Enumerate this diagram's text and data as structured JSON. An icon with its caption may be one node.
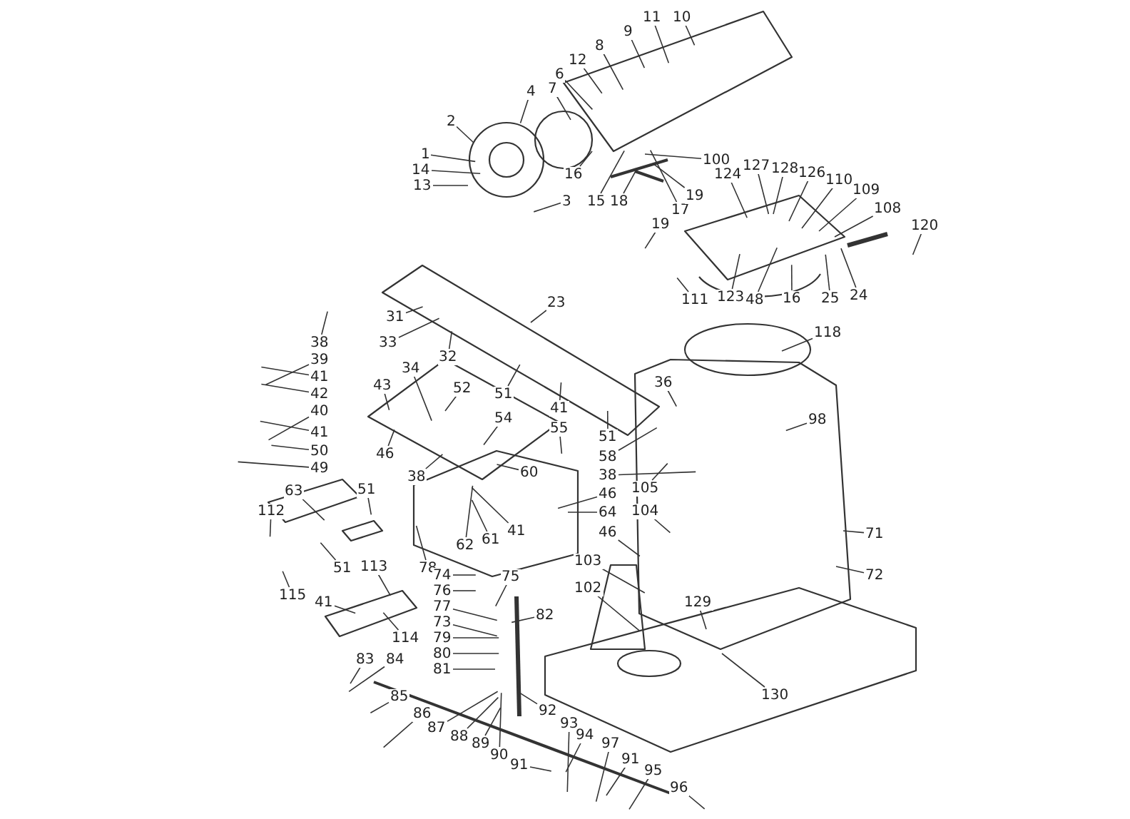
{
  "diagram": {
    "nodes": [
      {
        "text": [
          "10"
        ]
      },
      {
        "text": [
          "11"
        ]
      },
      {
        "text": [
          "9"
        ]
      },
      {
        "text": [
          "8"
        ]
      },
      {
        "text": [
          "12"
        ]
      },
      {
        "text": [
          "6"
        ]
      },
      {
        "text": [
          "4"
        ]
      },
      {
        "text": [
          "7"
        ]
      },
      {
        "text": [
          "2"
        ]
      },
      {
        "text": [
          "1"
        ]
      },
      {
        "text": [
          "14"
        ]
      },
      {
        "text": [
          "13"
        ]
      },
      {
        "text": [
          "100"
        ]
      },
      {
        "text": [
          "16"
        ]
      },
      {
        "text": [
          "3"
        ]
      },
      {
        "text": [
          "15"
        ]
      },
      {
        "text": [
          "18"
        ]
      },
      {
        "text": [
          "17"
        ]
      },
      {
        "text": [
          "19"
        ]
      },
      {
        "text": [
          "19"
        ]
      },
      {
        "text": [
          "124"
        ]
      },
      {
        "text": [
          "127"
        ]
      },
      {
        "text": [
          "128"
        ]
      },
      {
        "text": [
          "126"
        ]
      },
      {
        "text": [
          "110"
        ]
      },
      {
        "text": [
          "109"
        ]
      },
      {
        "text": [
          "108"
        ]
      },
      {
        "text": [
          "120"
        ]
      },
      {
        "text": [
          "111"
        ]
      },
      {
        "text": [
          "123"
        ]
      },
      {
        "text": [
          "48"
        ]
      },
      {
        "text": [
          "16"
        ]
      },
      {
        "text": [
          "25"
        ]
      },
      {
        "text": [
          "24"
        ]
      },
      {
        "text": [
          "23"
        ]
      },
      {
        "text": [
          "118"
        ]
      },
      {
        "text": [
          "31"
        ]
      },
      {
        "text": [
          "33"
        ]
      },
      {
        "text": [
          "38"
        ]
      },
      {
        "text": [
          "32"
        ]
      },
      {
        "text": [
          "39"
        ]
      },
      {
        "text": [
          "34"
        ]
      },
      {
        "text": [
          "43"
        ]
      },
      {
        "text": [
          "52"
        ]
      },
      {
        "text": [
          "36"
        ]
      },
      {
        "text": [
          "51"
        ]
      },
      {
        "text": [
          "41"
        ]
      },
      {
        "text": [
          "42"
        ]
      },
      {
        "text": [
          "40"
        ]
      },
      {
        "text": [
          "54"
        ]
      },
      {
        "text": [
          "41"
        ]
      },
      {
        "text": [
          "98"
        ]
      },
      {
        "text": [
          "55"
        ]
      },
      {
        "text": [
          "51"
        ]
      },
      {
        "text": [
          "41"
        ]
      },
      {
        "text": [
          "50"
        ]
      },
      {
        "text": [
          "46"
        ]
      },
      {
        "text": [
          "58"
        ]
      },
      {
        "text": [
          "49"
        ]
      },
      {
        "text": [
          "60"
        ]
      },
      {
        "text": [
          "38"
        ]
      },
      {
        "text": [
          "38"
        ]
      },
      {
        "text": [
          "63"
        ]
      },
      {
        "text": [
          "51"
        ]
      },
      {
        "text": [
          "112"
        ]
      },
      {
        "text": [
          "105"
        ]
      },
      {
        "text": [
          "46"
        ]
      },
      {
        "text": [
          "64"
        ]
      },
      {
        "text": [
          "104"
        ]
      },
      {
        "text": [
          "41"
        ]
      },
      {
        "text": [
          "61"
        ]
      },
      {
        "text": [
          "62"
        ]
      },
      {
        "text": [
          "46"
        ]
      },
      {
        "text": [
          "71"
        ]
      },
      {
        "text": [
          "103"
        ]
      },
      {
        "text": [
          "78"
        ]
      },
      {
        "text": [
          "51"
        ]
      },
      {
        "text": [
          "113"
        ]
      },
      {
        "text": [
          "72"
        ]
      },
      {
        "text": [
          "74"
        ]
      },
      {
        "text": [
          "75"
        ]
      },
      {
        "text": [
          "102"
        ]
      },
      {
        "text": [
          "76"
        ]
      },
      {
        "text": [
          "115"
        ]
      },
      {
        "text": [
          "41"
        ]
      },
      {
        "text": [
          "129"
        ]
      },
      {
        "text": [
          "77"
        ]
      },
      {
        "text": [
          "82"
        ]
      },
      {
        "text": [
          "73"
        ]
      },
      {
        "text": [
          "79"
        ]
      },
      {
        "text": [
          "114"
        ]
      },
      {
        "text": [
          "80"
        ]
      },
      {
        "text": [
          "83"
        ]
      },
      {
        "text": [
          "84"
        ]
      },
      {
        "text": [
          "81"
        ]
      },
      {
        "text": [
          "130"
        ]
      },
      {
        "text": [
          "85"
        ]
      },
      {
        "text": [
          "92"
        ]
      },
      {
        "text": [
          "86"
        ]
      },
      {
        "text": [
          "93"
        ]
      },
      {
        "text": [
          "87"
        ]
      },
      {
        "text": [
          "88"
        ]
      },
      {
        "text": [
          "94"
        ]
      },
      {
        "text": [
          "89"
        ]
      },
      {
        "text": [
          "97"
        ]
      },
      {
        "text": [
          "90"
        ]
      },
      {
        "text": [
          "91"
        ]
      },
      {
        "text": [
          "91"
        ]
      },
      {
        "text": [
          "95"
        ]
      },
      {
        "text": [
          "96"
        ]
      }
    ],
    "edges": [
      {
        "from": 0,
        "to": null,
        "arrow": "none"
      },
      {
        "from": 1,
        "to": null,
        "arrow": "none"
      },
      {
        "from": 2,
        "to": null,
        "arrow": "none"
      },
      {
        "from": 3,
        "to": null,
        "arrow": "none"
      },
      {
        "from": 4,
        "to": null,
        "arrow": "none"
      },
      {
        "from": 5,
        "to": null,
        "arrow": "none"
      },
      {
        "from": 6,
        "to": null,
        "arrow": "none"
      },
      {
        "from": 7,
        "to": null,
        "arrow": "none"
      },
      {
        "from": 8,
        "to": null,
        "arrow": "none"
      },
      {
        "from": 9,
        "to": null,
        "arrow": "none"
      },
      {
        "from": 10,
        "to": null,
        "arrow": "none"
      },
      {
        "from": 11,
        "to": null,
        "arrow": "none"
      },
      {
        "from": 12,
        "to": null,
        "arrow": "none"
      },
      {
        "from": 13,
        "to": null,
        "arrow": "none"
      },
      {
        "from": 14,
        "to": null,
        "arrow": "none"
      },
      {
        "from": 15,
        "to": null,
        "arrow": "none"
      },
      {
        "from": 16,
        "to": null,
        "arrow": "none"
      },
      {
        "from": 17,
        "to": null,
        "arrow": "none"
      },
      {
        "from": 18,
        "to": null,
        "arrow": "none"
      },
      {
        "from": 19,
        "to": null,
        "arrow": "none"
      },
      {
        "from": 20,
        "to": null,
        "arrow": "none"
      },
      {
        "from": 21,
        "to": null,
        "arrow": "none"
      },
      {
        "from": 22,
        "to": null,
        "arrow": "none"
      },
      {
        "from": 23,
        "to": null,
        "arrow": "none"
      },
      {
        "from": 24,
        "to": null,
        "arrow": "none"
      },
      {
        "from": 25,
        "to": null,
        "arrow": "none"
      },
      {
        "from": 26,
        "to": null,
        "arrow": "none"
      },
      {
        "from": 27,
        "to": null,
        "arrow": "none"
      },
      {
        "from": 28,
        "to": null,
        "arrow": "none"
      },
      {
        "from": 29,
        "to": null,
        "arrow": "none"
      },
      {
        "from": 30,
        "to": null,
        "arrow": "none"
      },
      {
        "from": 31,
        "to": null,
        "arrow": "none"
      },
      {
        "from": 32,
        "to": null,
        "arrow": "none"
      },
      {
        "from": 33,
        "to": null,
        "arrow": "none"
      },
      {
        "from": 34,
        "to": null,
        "arrow": "none"
      },
      {
        "from": 35,
        "to": null,
        "arrow": "none"
      },
      {
        "from": 36,
        "to": null,
        "arrow": "none"
      },
      {
        "from": 37,
        "to": null,
        "arrow": "none"
      },
      {
        "from": 38,
        "to": null,
        "arrow": "none"
      },
      {
        "from": 39,
        "to": null,
        "arrow": "none"
      },
      {
        "from": 40,
        "to": null,
        "arrow": "none"
      },
      {
        "from": 41,
        "to": null,
        "arrow": "none"
      },
      {
        "from": 42,
        "to": null,
        "arrow": "none"
      },
      {
        "from": 43,
        "to": null,
        "arrow": "none"
      },
      {
        "from": 44,
        "to": null,
        "arrow": "none"
      },
      {
        "from": 45,
        "to": null,
        "arrow": "none"
      },
      {
        "from": 46,
        "to": null,
        "arrow": "none"
      },
      {
        "from": 47,
        "to": null,
        "arrow": "none"
      },
      {
        "from": 48,
        "to": null,
        "arrow": "none"
      },
      {
        "from": 49,
        "to": null,
        "arrow": "none"
      },
      {
        "from": 50,
        "to": null,
        "arrow": "none"
      },
      {
        "from": 51,
        "to": null,
        "arrow": "none"
      },
      {
        "from": 52,
        "to": null,
        "arrow": "none"
      },
      {
        "from": 53,
        "to": null,
        "arrow": "none"
      },
      {
        "from": 54,
        "to": null,
        "arrow": "none"
      },
      {
        "from": 55,
        "to": null,
        "arrow": "none"
      },
      {
        "from": 56,
        "to": null,
        "arrow": "none"
      },
      {
        "from": 57,
        "to": null,
        "arrow": "none"
      },
      {
        "from": 58,
        "to": null,
        "arrow": "none"
      },
      {
        "from": 59,
        "to": null,
        "arrow": "none"
      },
      {
        "from": 60,
        "to": null,
        "arrow": "none"
      },
      {
        "from": 61,
        "to": null,
        "arrow": "none"
      },
      {
        "from": 62,
        "to": null,
        "arrow": "none"
      },
      {
        "from": 63,
        "to": null,
        "arrow": "none"
      },
      {
        "from": 64,
        "to": null,
        "arrow": "none"
      },
      {
        "from": 65,
        "to": null,
        "arrow": "none"
      },
      {
        "from": 66,
        "to": null,
        "arrow": "none"
      },
      {
        "from": 67,
        "to": null,
        "arrow": "none"
      },
      {
        "from": 68,
        "to": null,
        "arrow": "none"
      },
      {
        "from": 69,
        "to": null,
        "arrow": "none"
      },
      {
        "from": 70,
        "to": null,
        "arrow": "none"
      },
      {
        "from": 71,
        "to": null,
        "arrow": "none"
      },
      {
        "from": 72,
        "to": null,
        "arrow": "none"
      },
      {
        "from": 73,
        "to": null,
        "arrow": "none"
      },
      {
        "from": 74,
        "to": null,
        "arrow": "none"
      },
      {
        "from": 75,
        "to": null,
        "arrow": "none"
      },
      {
        "from": 76,
        "to": null,
        "arrow": "none"
      },
      {
        "from": 77,
        "to": null,
        "arrow": "none"
      },
      {
        "from": 78,
        "to": null,
        "arrow": "none"
      },
      {
        "from": 79,
        "to": null,
        "arrow": "none"
      },
      {
        "from": 80,
        "to": null,
        "arrow": "none"
      },
      {
        "from": 81,
        "to": null,
        "arrow": "none"
      },
      {
        "from": 82,
        "to": null,
        "arrow": "none"
      },
      {
        "from": 83,
        "to": null,
        "arrow": "none"
      },
      {
        "from": 84,
        "to": null,
        "arrow": "none"
      },
      {
        "from": 85,
        "to": null,
        "arrow": "none"
      },
      {
        "from": 86,
        "to": null,
        "arrow": "none"
      },
      {
        "from": 87,
        "to": null,
        "arrow": "none"
      },
      {
        "from": 88,
        "to": null,
        "arrow": "none"
      },
      {
        "from": 89,
        "to": null,
        "arrow": "none"
      },
      {
        "from": 90,
        "to": null,
        "arrow": "none"
      },
      {
        "from": 91,
        "to": null,
        "arrow": "none"
      },
      {
        "from": 92,
        "to": null,
        "arrow": "none"
      },
      {
        "from": 93,
        "to": null,
        "arrow": "none"
      },
      {
        "from": 94,
        "to": null,
        "arrow": "none"
      },
      {
        "from": 95,
        "to": null,
        "arrow": "none"
      },
      {
        "from": 96,
        "to": null,
        "arrow": "none"
      },
      {
        "from": 97,
        "to": null,
        "arrow": "none"
      },
      {
        "from": 98,
        "to": null,
        "arrow": "none"
      },
      {
        "from": 99,
        "to": null,
        "arrow": "none"
      },
      {
        "from": 100,
        "to": null,
        "arrow": "none"
      },
      {
        "from": 101,
        "to": null,
        "arrow": "none"
      },
      {
        "from": 102,
        "to": null,
        "arrow": "none"
      },
      {
        "from": 103,
        "to": null,
        "arrow": "none"
      },
      {
        "from": 104,
        "to": null,
        "arrow": "none"
      },
      {
        "from": 105,
        "to": null,
        "arrow": "none"
      },
      {
        "from": 106,
        "to": null,
        "arrow": "none"
      },
      {
        "from": 107,
        "to": null,
        "arrow": "none"
      },
      {
        "from": 108,
        "to": null,
        "arrow": "none"
      },
      {
        "from": 109,
        "to": null,
        "arrow": "none"
      }
    ]
  }
}
